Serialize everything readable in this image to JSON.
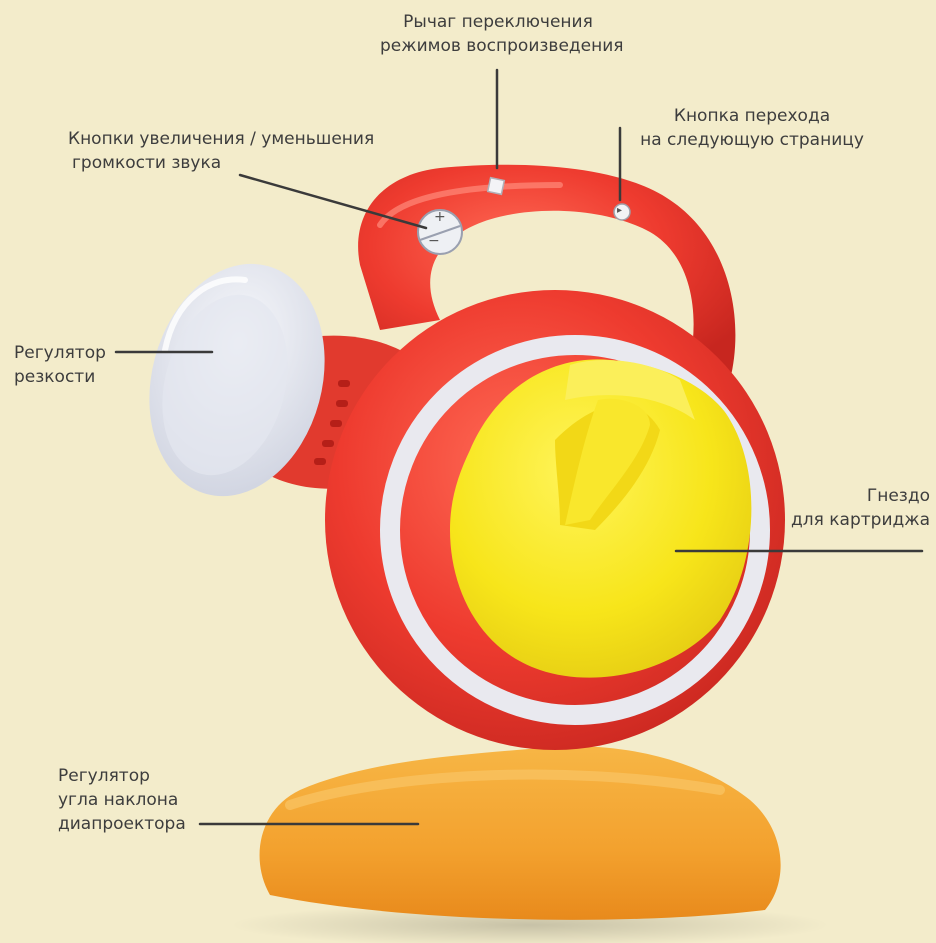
{
  "labels": {
    "playback_lever": {
      "line1": "Рычаг переключения",
      "line2": "режимов воспроизведения"
    },
    "next_page_button": {
      "line1": "Кнопка перехода",
      "line2": "на следующую страницу"
    },
    "volume_buttons": {
      "line1": "Кнопки увеличения / уменьшения",
      "line2": "громкости звука"
    },
    "focus_knob": {
      "line1": "Регулятор",
      "line2": "резкости"
    },
    "cartridge_slot": {
      "line1": "Гнездо",
      "line2": "для картриджа"
    },
    "tilt_knob": {
      "line1": "Регулятор",
      "line2": "угла наклона",
      "line3": "диапроектора"
    }
  },
  "device": {
    "volume_plus": "+",
    "volume_minus": "−",
    "next_symbol": "▸"
  },
  "colors": {
    "background": "#f3eccb",
    "body_red": "#ee3b2f",
    "ring_white": "#e8e8ee",
    "cartridge_yellow": "#f7e51a",
    "base_orange": "#f3a12e",
    "lens_white": "#e9ecf3",
    "leader_line": "#3a3a3a"
  }
}
